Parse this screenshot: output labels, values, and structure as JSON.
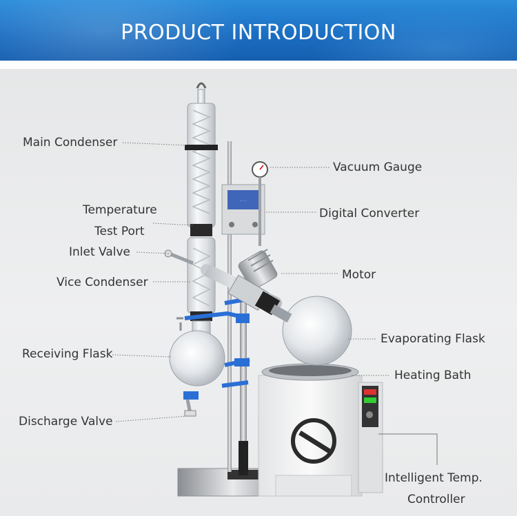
{
  "banner": {
    "title": "PRODUCT  INTRODUCTION"
  },
  "labels": {
    "main_condenser": "Main Condenser",
    "temperature": "Temperature",
    "test_port": "Test Port",
    "inlet_valve": "Inlet Valve",
    "vice_condenser": "Vice Condenser",
    "receiving_flask": "Receiving Flask",
    "discharge_valve": "Discharge Valve",
    "vacuum_gauge": "Vacuum Gauge",
    "digital_converter": "Digital Converter",
    "motor": "Motor",
    "evaporating_flask": "Evaporating Flask",
    "heating_bath": "Heating Bath",
    "intelligent_temp": "Intelligent Temp.",
    "controller": "Controller"
  },
  "colors": {
    "banner": "#1a6cc0",
    "clamp_blue": "#2a6fd6",
    "label_text": "#333333"
  }
}
